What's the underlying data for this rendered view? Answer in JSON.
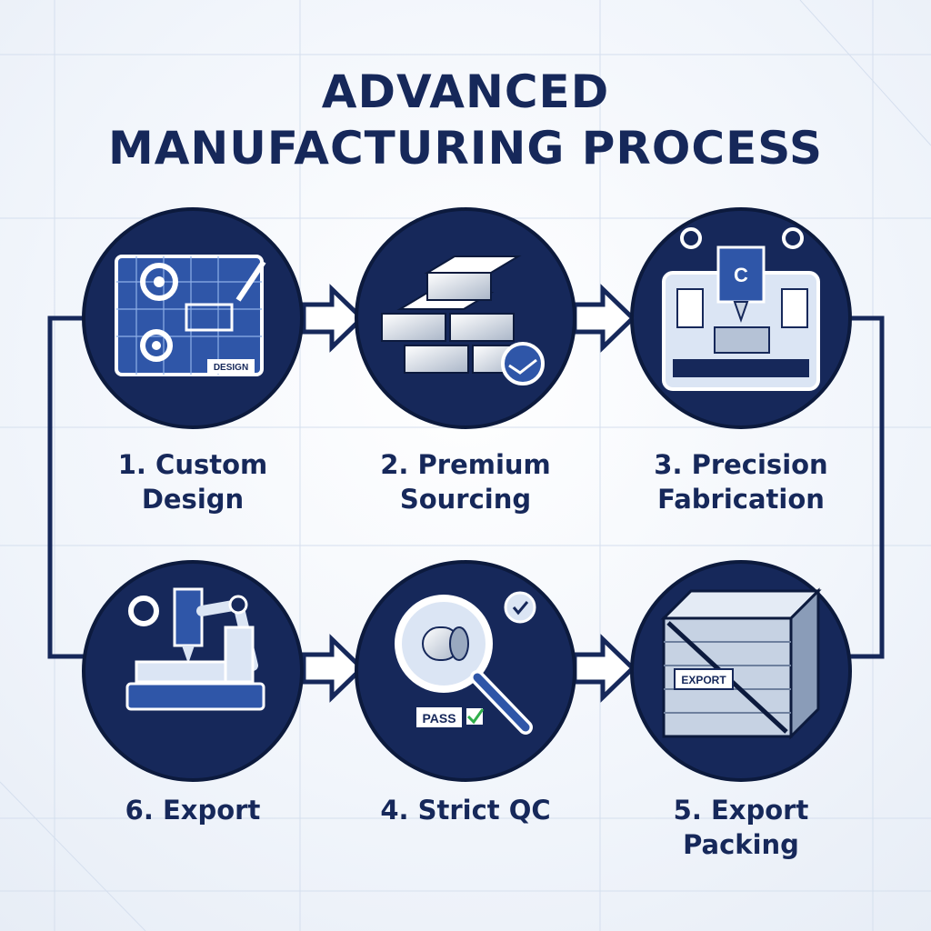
{
  "title": {
    "line1": "ADVANCED",
    "line2": "MANUFACTURING PROCESS"
  },
  "steps": [
    {
      "line1": "1. Custom",
      "line2": "Design",
      "icon": "blueprint-gear-icon",
      "badge": "DESIGN"
    },
    {
      "line1": "2. Premium",
      "line2": "Sourcing",
      "icon": "metal-ingots-icon"
    },
    {
      "line1": "3. Precision",
      "line2": "Fabrication",
      "icon": "cnc-machine-icon"
    },
    {
      "line1": "6. Export",
      "line2": "",
      "icon": "milling-robot-icon"
    },
    {
      "line1": "4. Strict QC",
      "line2": "",
      "icon": "magnifier-inspection-icon",
      "badge": "PASS"
    },
    {
      "line1": "5. Export",
      "line2": "Packing",
      "icon": "wooden-crate-icon",
      "badge": "EXPORT"
    }
  ],
  "colors": {
    "navy": "#16285a",
    "blue": "#3a63b8",
    "light": "#dbe5f4"
  }
}
